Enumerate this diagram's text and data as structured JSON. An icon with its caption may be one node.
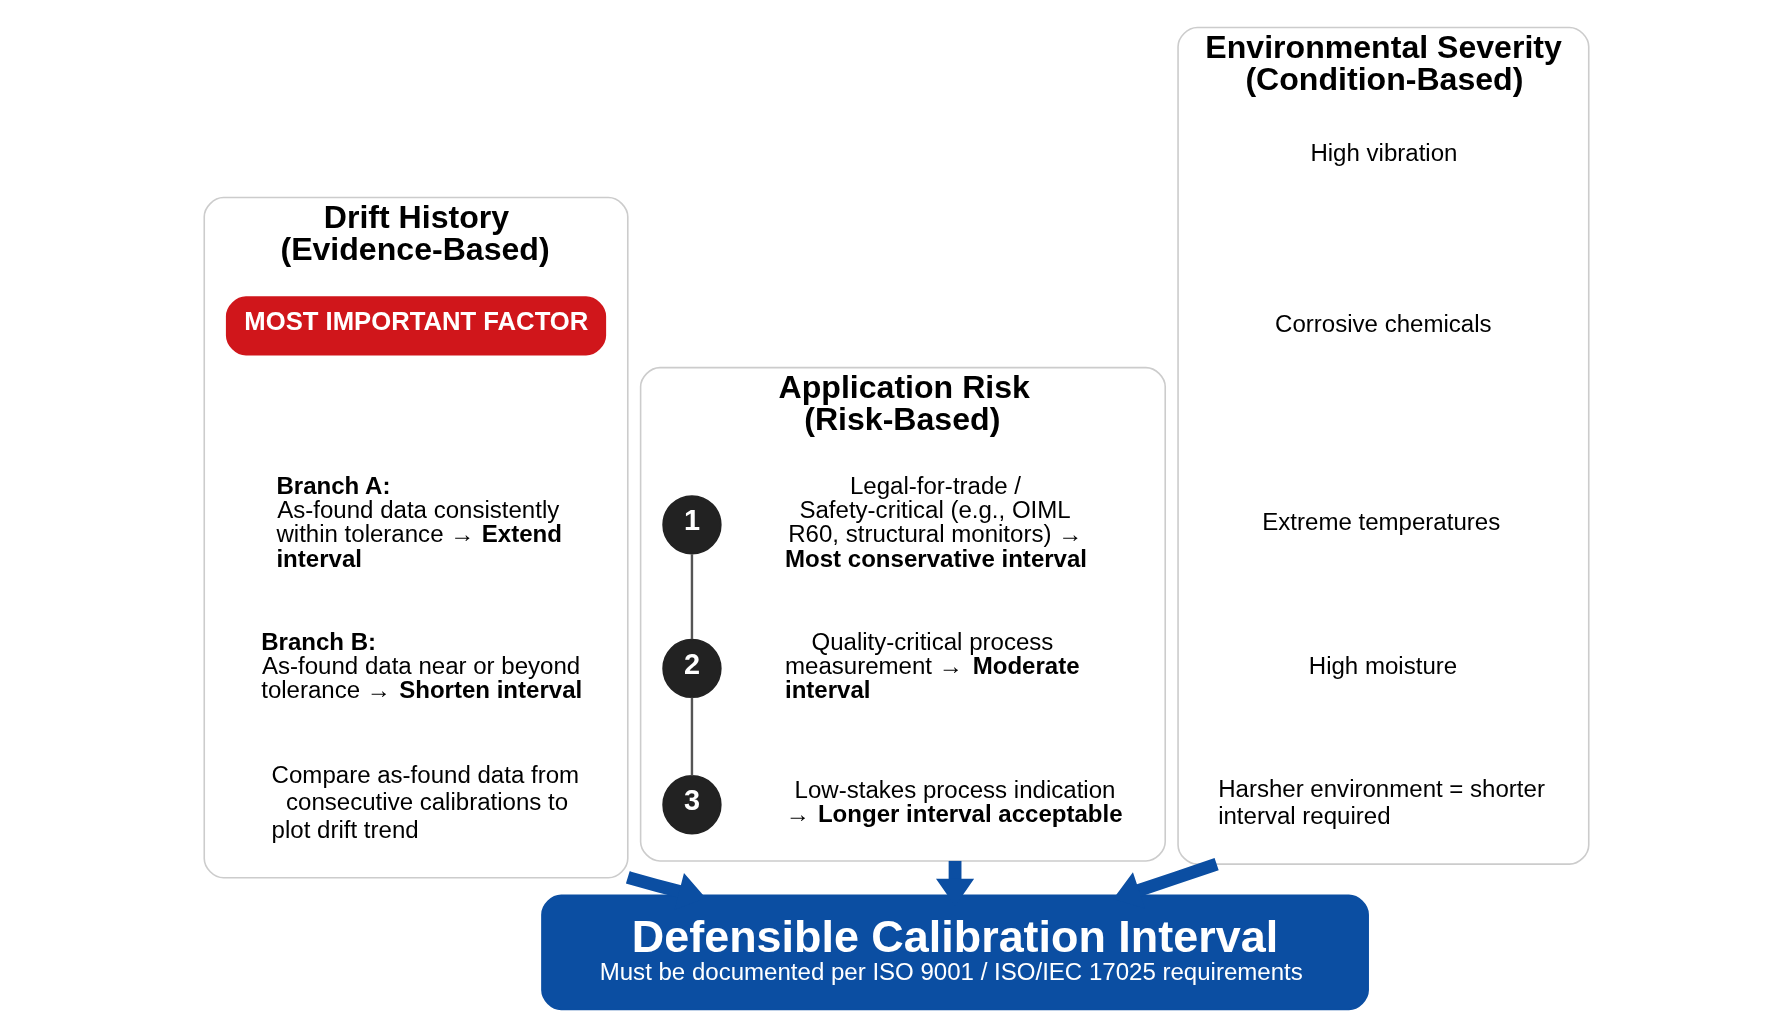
{
  "diagram": {
    "nodes": [
      {
        "text": [
          "Drift History (Evidence-Based)"
        ]
      },
      {
        "text": [
          "MOST IMPORTANT FACTOR"
        ],
        "in": 0
      },
      {
        "text": [
          "Branch A:",
          "As-found data consistently within tolerance → **Extend interval**"
        ],
        "in": 0
      },
      {
        "text": [
          "Branch B:",
          "As-found data near or beyond tolerance → **Shorten interval**"
        ],
        "in": 0
      },
      {
        "text": [
          "Compare as-found data from consecutive calibrations to plot drift trend"
        ],
        "in": 0
      },
      {
        "text": [
          "Application Risk (Risk-Based)"
        ]
      },
      {
        "text": [
          "1"
        ],
        "in": 5
      },
      {
        "text": [
          "Legal-for-trade / Safety-critical (e.g., OIML R60, structural monitors) → **Most conservative interval**"
        ],
        "in": 5
      },
      {
        "text": [
          "2"
        ],
        "in": 5
      },
      {
        "text": [
          "Quality-critical process measurement → **Moderate interval**"
        ],
        "in": 5
      },
      {
        "text": [
          "3"
        ],
        "in": 5
      },
      {
        "text": [
          "Low-stakes process indication → **Longer interval acceptable**"
        ],
        "in": 5
      },
      {
        "text": [
          "Environmental Severity (Condition-Based)"
        ]
      },
      {
        "text": [
          "High vibration"
        ],
        "in": 12
      },
      {
        "text": [
          "Corrosive chemicals"
        ],
        "in": 12
      },
      {
        "text": [
          "Extreme temperatures"
        ],
        "in": 12
      },
      {
        "text": [
          "High moisture"
        ],
        "in": 12
      },
      {
        "text": [
          "Harsher environment = shorter interval required"
        ],
        "in": 12
      },
      {
        "text": [
          "Defensible Calibration Interval",
          "Must be documented per ISO 9001 / ISO/IEC 17025 requirements"
        ]
      }
    ],
    "edges": [
      {
        "from": 6,
        "to": 8,
        "arrow": "none",
        "color": "#555555"
      },
      {
        "from": 8,
        "to": 10,
        "arrow": "none",
        "color": "#555555"
      },
      {
        "from": 0,
        "to": 18,
        "arrow": "to"
      },
      {
        "from": 5,
        "to": 18,
        "arrow": "to"
      },
      {
        "from": 12,
        "to": 18,
        "arrow": "to"
      }
    ]
  }
}
